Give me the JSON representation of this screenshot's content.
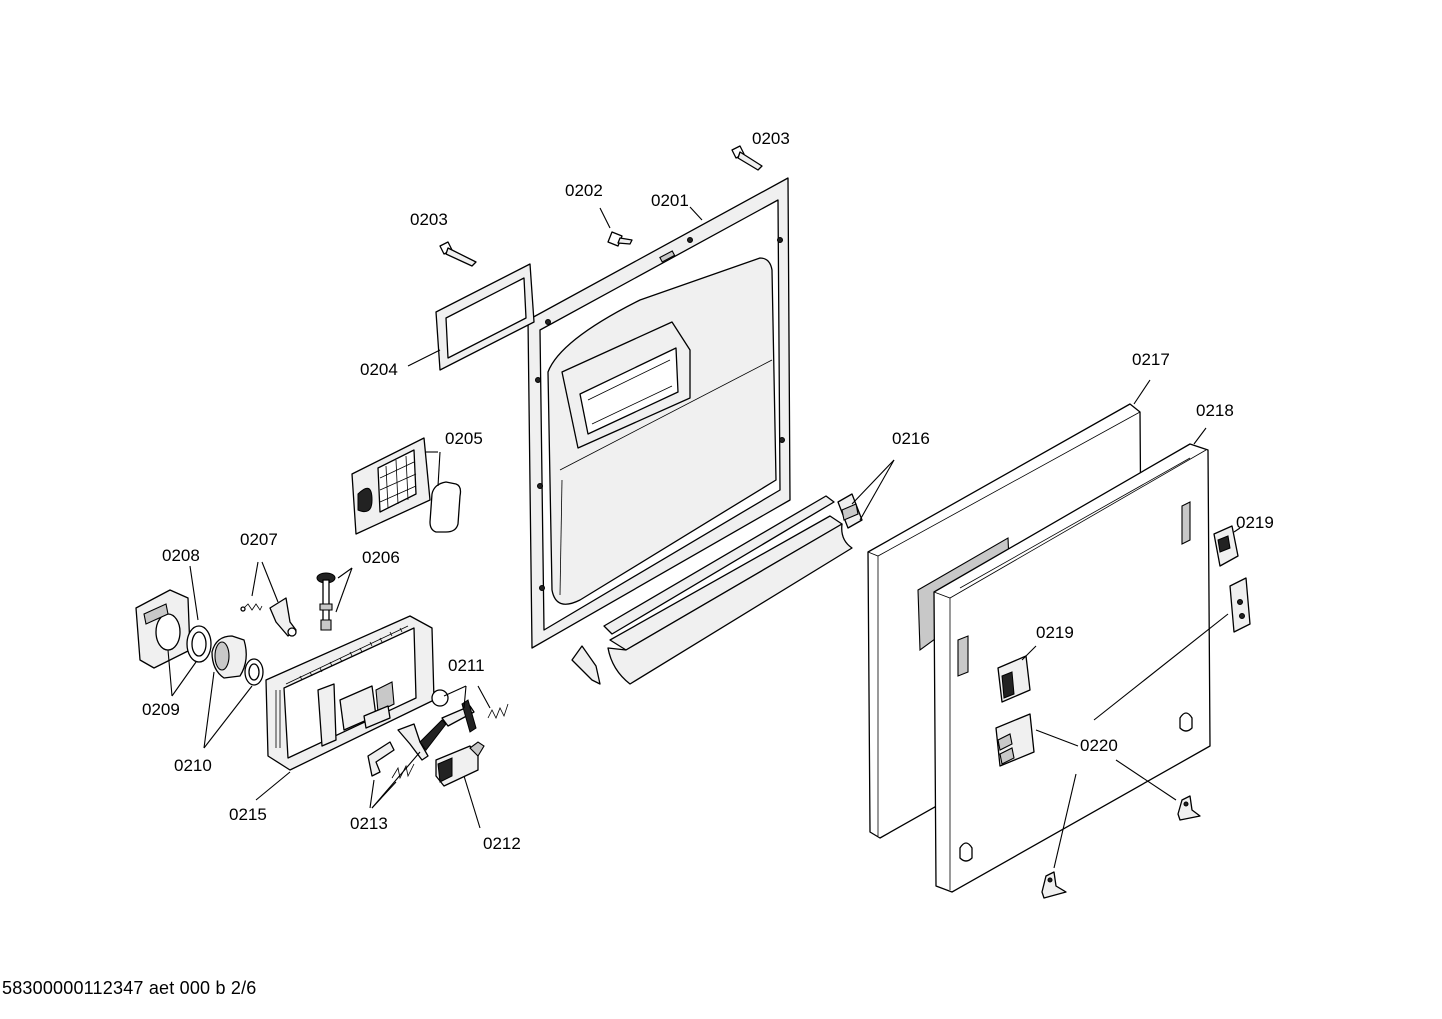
{
  "labels": {
    "l0201": "0201",
    "l0202": "0202",
    "l0203a": "0203",
    "l0203b": "0203",
    "l0204": "0204",
    "l0205": "0205",
    "l0206": "0206",
    "l0207": "0207",
    "l0208": "0208",
    "l0209": "0209",
    "l0210": "0210",
    "l0211": "0211",
    "l0212": "0212",
    "l0213": "0213",
    "l0215": "0215",
    "l0216": "0216",
    "l0217": "0217",
    "l0218": "0218",
    "l0219a": "0219",
    "l0219b": "0219",
    "l0220": "0220"
  },
  "footer": "58300000112347 aet 000 b 2/6"
}
